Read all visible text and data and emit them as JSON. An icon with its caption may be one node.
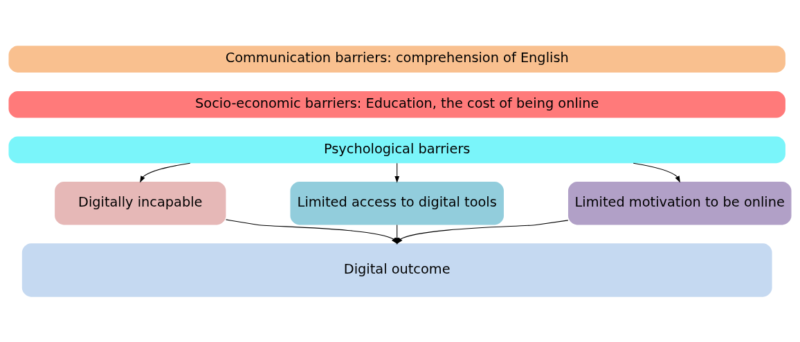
{
  "diagram": {
    "nodes": [
      {
        "text": [
          "Communication barriers: comprehension of English"
        ]
      },
      {
        "text": [
          "Socio-economic barriers: Education, the cost of being online"
        ]
      },
      {
        "text": [
          "Psychological barriers"
        ]
      },
      {
        "text": [
          "Digitally incapable"
        ]
      },
      {
        "text": [
          "Limited access to digital tools"
        ]
      },
      {
        "text": [
          "Limited motivation to be online"
        ]
      },
      {
        "text": [
          "Digital outcome"
        ]
      }
    ],
    "edges": [
      {
        "from": 2,
        "to": 3,
        "arrow": "to"
      },
      {
        "from": 2,
        "to": 4,
        "arrow": "to"
      },
      {
        "from": 2,
        "to": 5,
        "arrow": "to"
      },
      {
        "from": 3,
        "to": 6,
        "arrow": "to"
      },
      {
        "from": 4,
        "to": 6,
        "arrow": "to"
      },
      {
        "from": 5,
        "to": 6,
        "arrow": "to"
      }
    ]
  }
}
